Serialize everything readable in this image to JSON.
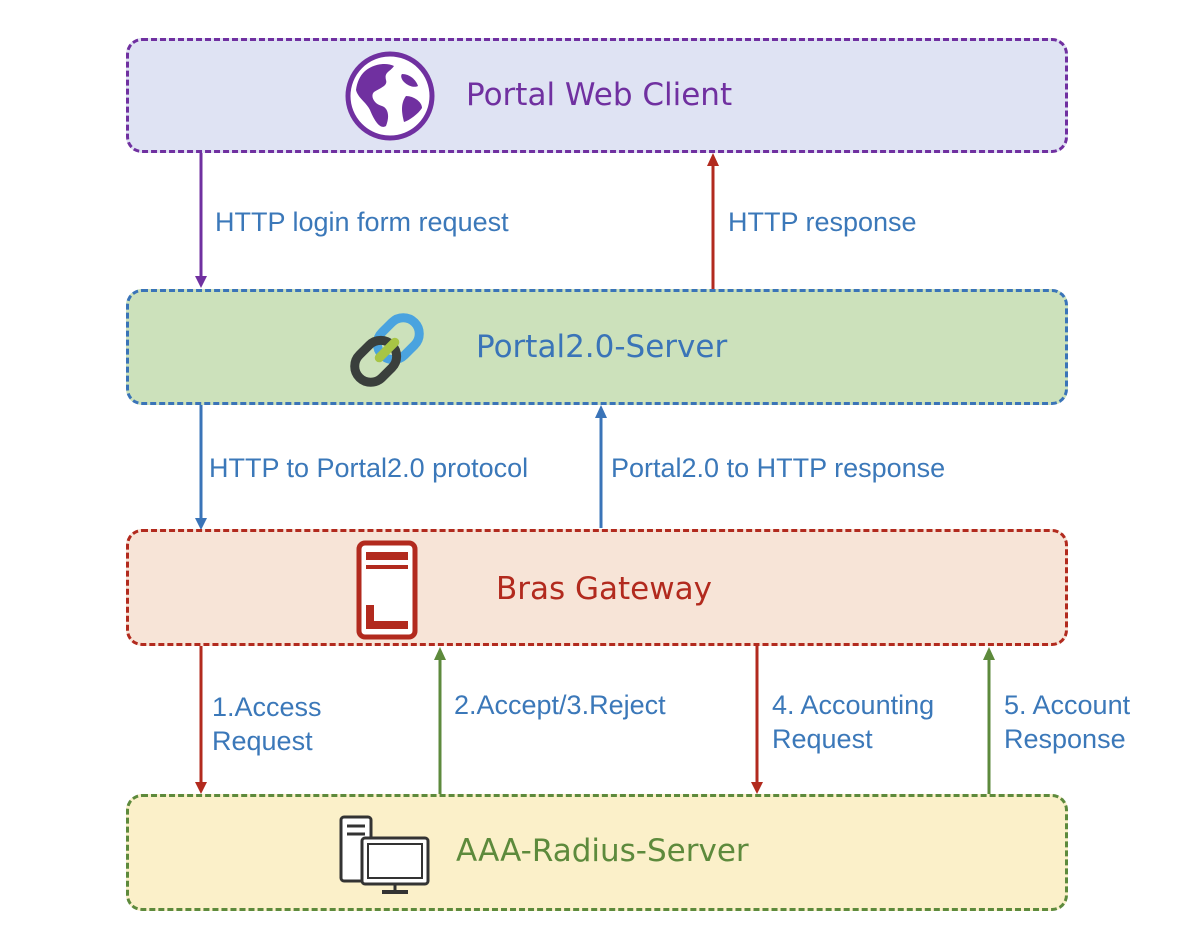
{
  "nodes": {
    "portal_web_client": {
      "title": "Portal Web Client",
      "icon": "globe-icon",
      "color": "#7030a0",
      "fill": "#dfe3f3"
    },
    "portal_server": {
      "title": "Portal2.0-Server",
      "icon": "chain-link-icon",
      "color": "#3a74b8",
      "fill": "#cce1bb"
    },
    "bras_gateway": {
      "title": "Bras Gateway",
      "icon": "server-tower-icon",
      "color": "#b22a1e",
      "fill": "#f7e4d7"
    },
    "aaa_radius_server": {
      "title": "AAA-Radius-Server",
      "icon": "computer-icon",
      "color": "#5d8a3c",
      "fill": "#fbf0c9"
    }
  },
  "edges": {
    "http_login_form_request": {
      "label": "HTTP login form request",
      "color": "#7030a0"
    },
    "http_response": {
      "label": "HTTP response",
      "color": "#b22a1e"
    },
    "http_to_portal": {
      "label": "HTTP to Portal2.0 protocol",
      "color": "#3a74b8"
    },
    "portal_to_http": {
      "label": "Portal2.0 to HTTP response",
      "color": "#3a74b8"
    },
    "access_request": {
      "label_line1": "1.Access",
      "label_line2": "Request",
      "color": "#b22a1e"
    },
    "accept_reject": {
      "label": "2.Accept/3.Reject",
      "color": "#5d8a3c"
    },
    "accounting_request": {
      "label_line1": "4. Accounting",
      "label_line2": "Request",
      "color": "#b22a1e"
    },
    "account_response": {
      "label_line1": "5. Account",
      "label_line2": "Response",
      "color": "#5d8a3c"
    }
  }
}
